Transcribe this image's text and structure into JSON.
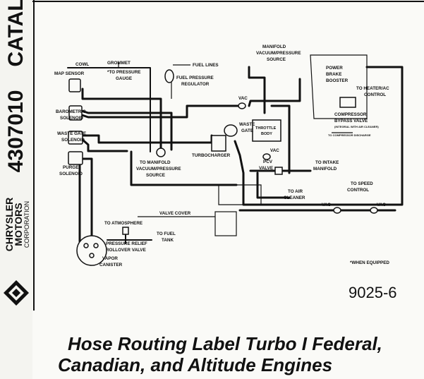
{
  "sidebar": {
    "catalog_number": "4307010",
    "catalog_prefix": "CATAL",
    "brand_line1": "CHRYSLER",
    "brand_line2": "MOTORS",
    "brand_line3": "CORPORATION"
  },
  "labels": {
    "cowl": "COWL",
    "grommet": "GROMMET",
    "to_pressure_gauge_1": "*TO PRESSURE",
    "to_pressure_gauge_2": "GAUGE",
    "fuel_lines": "FUEL LINES",
    "fuel_pressure_regulator_1": "FUEL PRESSURE",
    "fuel_pressure_regulator_2": "REGULATOR",
    "manifold_source_top_1": "MANIFOLD",
    "manifold_source_top_2": "VACUUM/PRESSURE",
    "manifold_source_top_3": "SOURCE",
    "power_brake_booster_1": "POWER",
    "power_brake_booster_2": "BRAKE",
    "power_brake_booster_3": "BOOSTER",
    "to_heater_ac_1": "TO HEATER/AC",
    "to_heater_ac_2": "CONTROL",
    "map_sensor": "MAP SENSOR",
    "vac_1": "VAC",
    "compressor_bypass_1": "COMPRESSOR",
    "compressor_bypass_2": "BYPASS VALVE",
    "compressor_bypass_3": "(INTEGRAL WITH AIR CLEANER)",
    "to_compressor_discharge": "TO COMPRESSOR DISCHARGE",
    "barometric_solenoid_1": "BAROMETRIC",
    "barometric_solenoid_2": "SOLENOID",
    "waste_gate_1": "WASTE",
    "waste_gate_2": "GATE",
    "throttle_body_1": "THROTTLE",
    "throttle_body_2": "BODY",
    "waste_gate_solenoid_1": "WASTE GATE",
    "waste_gate_solenoid_2": "SOLENOID",
    "turbocharger": "TURBOCHARGER",
    "vac_2": "VAC",
    "to_manifold_source_1": "TO MANIFOLD",
    "to_manifold_source_2": "VACUUM/PRESSURE",
    "to_manifold_source_3": "SOURCE",
    "pcv_valve_1": "PCV",
    "pcv_valve_2": "VALVE",
    "to_intake_manifold_1": "TO INTAKE",
    "to_intake_manifold_2": "MANIFOLD",
    "purge_solenoid_1": "PURGE",
    "purge_solenoid_2": "SOLENOID",
    "to_speed_control_1": "TO SPEED",
    "to_speed_control_2": "CONTROL",
    "to_air_cleaner_1": "TO AIR",
    "to_air_cleaner_2": "CLEANER",
    "vac_3": "VAC",
    "vac_4": "VAC",
    "valve_cover": "VALVE COVER",
    "to_atmosphere": "TO ATMOSPHERE",
    "to_fuel_tank_1": "TO FUEL",
    "to_fuel_tank_2": "TANK",
    "pressure_relief_1": "PRESSURE RELIEF",
    "pressure_relief_2": "ROLLOVER VALVE",
    "vapor_canister_1": "VAPOR",
    "vapor_canister_2": "CANISTER",
    "when_equipped": "*WHEN EQUIPPED"
  },
  "figure_number": "9025-6",
  "caption": {
    "line1": "Hose Routing Label Turbo I Federal,",
    "line2": "Canadian, and Altitude Engines"
  }
}
